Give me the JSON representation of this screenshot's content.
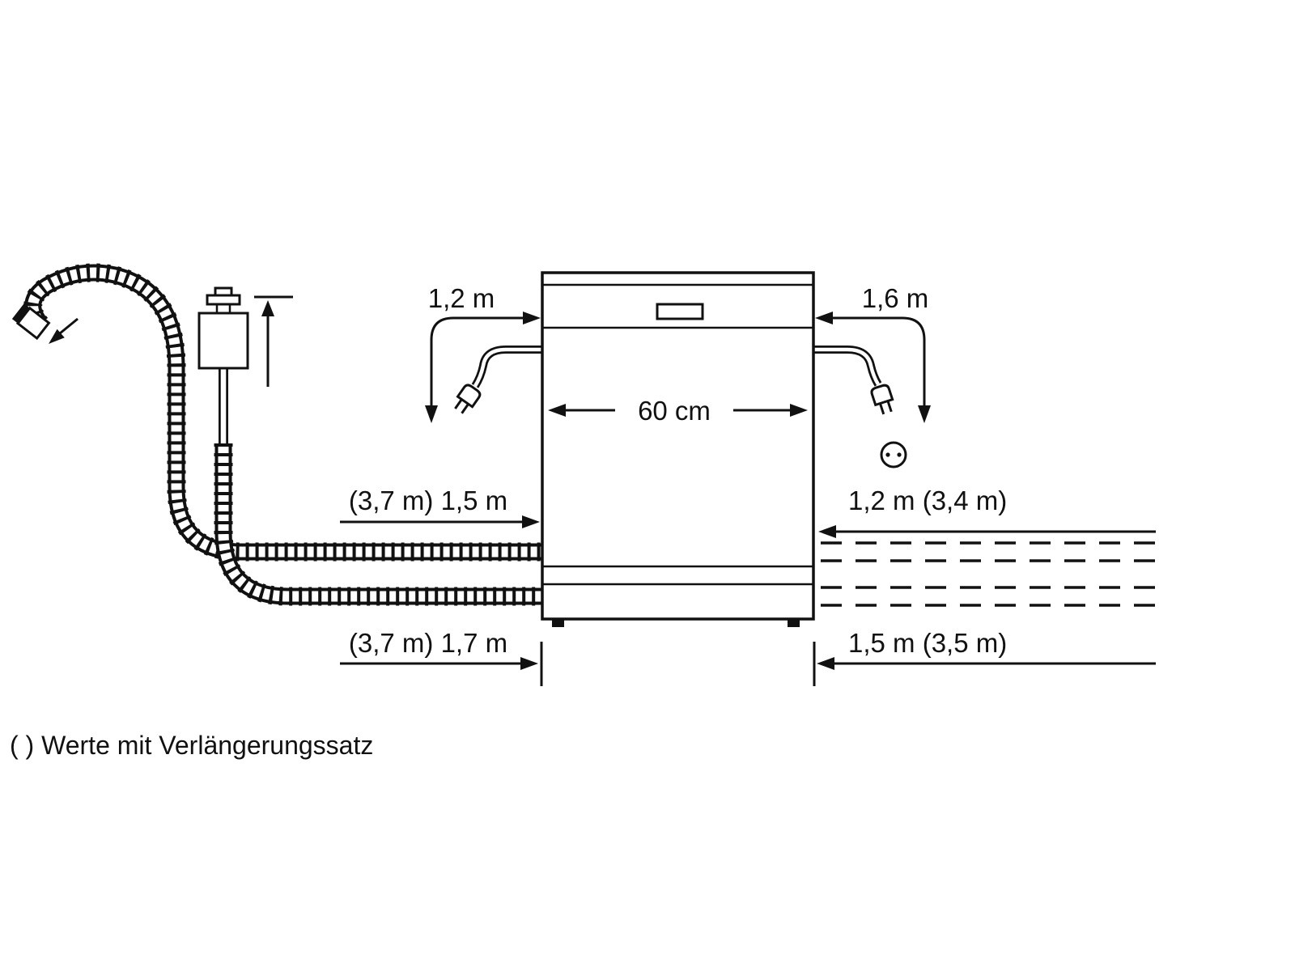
{
  "colors": {
    "ink": "#111111",
    "background": "#ffffff"
  },
  "appliance": {
    "type": "dishwasher-outline",
    "width_label": "60 cm"
  },
  "measurements": {
    "power_cord_left": "1,2 m",
    "power_cord_right": "1,6 m",
    "drain_hose_front": "(3,7 m) 1,5 m",
    "supply_hose_front": "(3,7 m) 1,7 m",
    "drain_hose_right": "1,2 m (3,4 m)",
    "supply_hose_right": "1,5 m (3,5 m)"
  },
  "footnote": "( ) Werte mit Verlängerungssatz",
  "icons": [
    "drain-hose",
    "tap-connector",
    "aquastop-valve",
    "power-plug",
    "power-socket",
    "dishwasher"
  ]
}
